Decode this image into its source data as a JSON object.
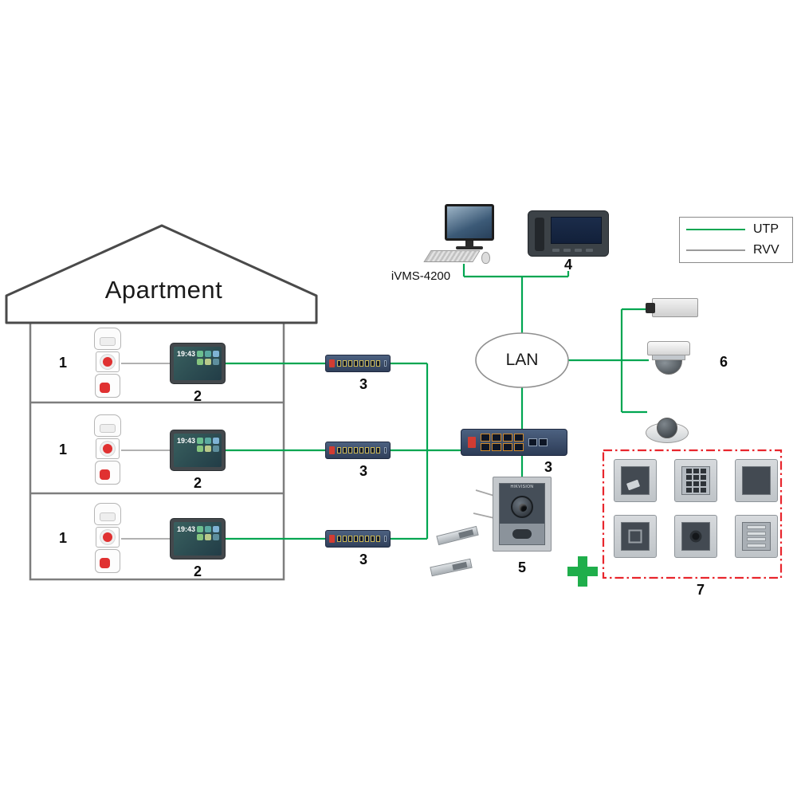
{
  "house": {
    "title": "Apartment"
  },
  "legend": {
    "items": [
      {
        "label": "UTP",
        "color": "#00a651"
      },
      {
        "label": "RVV",
        "color": "#9a9a9a"
      }
    ]
  },
  "network": {
    "lan_label": "LAN",
    "main_switch_label": "3",
    "ivms_label": "iVMS-4200",
    "master_station_label": "4"
  },
  "floors": [
    {
      "sensor_label": "1",
      "monitor_label": "2",
      "switch_label": "3",
      "monitor_time": "19:43"
    },
    {
      "sensor_label": "1",
      "monitor_label": "2",
      "switch_label": "3",
      "monitor_time": "19:43"
    },
    {
      "sensor_label": "1",
      "monitor_label": "2",
      "switch_label": "3",
      "monitor_time": "19:43"
    }
  ],
  "entrance": {
    "door_station_label": "5",
    "door_station_brand": "HIKVISION",
    "modules_label": "7"
  },
  "cameras": {
    "label": "6"
  },
  "colors": {
    "utp_line": "#00a651",
    "rvv_line": "#9a9a9a",
    "module_box_border": "#e8262d",
    "plus_sign": "#1fae4b"
  }
}
